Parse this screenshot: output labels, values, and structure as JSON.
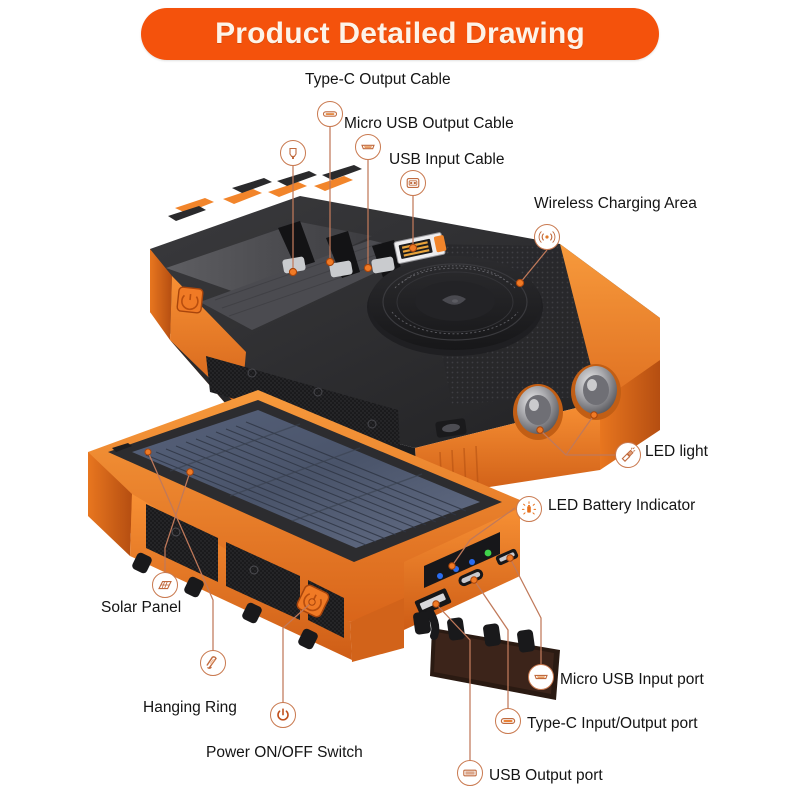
{
  "header": {
    "title": "Product Detailed Drawing",
    "banner_color": "#F4520C",
    "banner_text_color": "#FDF3E8"
  },
  "theme": {
    "accent_orange": "#F4520C",
    "body_orange": "#F08A2E",
    "body_orange_dark": "#C75D12",
    "body_black": "#2B2B2D",
    "body_black_light": "#4A4A4D",
    "solar_panel": "#4C5666",
    "leader_line": "#C0795A",
    "badge_stroke": "#C9794F",
    "label_text": "#141414",
    "background": "#FFFFFF"
  },
  "callouts": [
    {
      "id": "type-c-output-cable",
      "label": "Type-C Output Cable",
      "icon": "type-c-connector-icon"
    },
    {
      "id": "micro-usb-output-cable",
      "label": "Micro USB Output Cable",
      "icon": "micro-usb-connector-icon"
    },
    {
      "id": "usb-input-cable",
      "label": "USB Input Cable",
      "icon": "usb-a-port-icon"
    },
    {
      "id": "wireless-charging-area",
      "label": "Wireless Charging Area",
      "icon": "wireless-waves-icon"
    },
    {
      "id": "led-light",
      "label": "LED light",
      "icon": "flashlight-icon"
    },
    {
      "id": "led-battery-indicator",
      "label": "LED Battery Indicator",
      "icon": "battery-indicator-icon"
    },
    {
      "id": "solar-panel",
      "label": "Solar Panel",
      "icon": "solar-panel-icon"
    },
    {
      "id": "hanging-ring",
      "label": "Hanging Ring",
      "icon": "carabiner-icon"
    },
    {
      "id": "power-switch",
      "label": "Power ON/OFF Switch",
      "icon": "power-icon"
    },
    {
      "id": "micro-usb-input-port",
      "label": "Micro USB Input port",
      "icon": "micro-usb-port-icon"
    },
    {
      "id": "type-c-input-output-port",
      "label": "Type-C Input/Output port",
      "icon": "type-c-port-icon"
    },
    {
      "id": "usb-output-port",
      "label": "USB Output port",
      "icon": "usb-a-port-icon"
    }
  ],
  "devices": {
    "top": {
      "name": "power-bank-top-view",
      "description": "Solar power bank shown from the connector side with built-in cables and wireless charging pad",
      "features": [
        "built-in-cables",
        "wireless-charging-pad",
        "led-flashlights",
        "power-button"
      ]
    },
    "bottom": {
      "name": "power-bank-solar-view",
      "description": "Solar power bank shown from the solar panel side with ports and battery indicator",
      "features": [
        "solar-panel",
        "battery-indicator-leds",
        "usb-output-port",
        "type-c-port",
        "micro-usb-port",
        "port-cover-flap",
        "hanging-ring"
      ]
    }
  },
  "indicator_leds": {
    "blue_count": 3,
    "green_count": 1,
    "blue_color": "#2A6CF0",
    "green_color": "#3FD24A"
  }
}
